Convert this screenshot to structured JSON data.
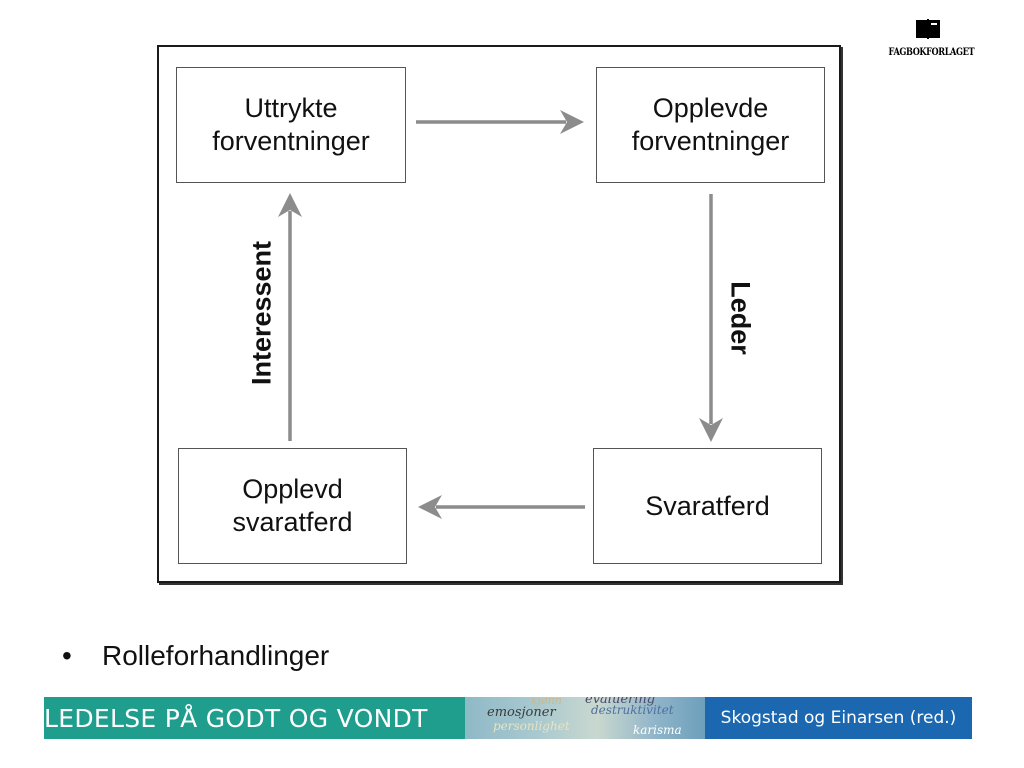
{
  "diagram": {
    "nodes": [
      {
        "id": "uttrykte",
        "lines": [
          "Uttrykte",
          "forventninger"
        ]
      },
      {
        "id": "opplevde",
        "lines": [
          "Opplevde",
          "forventninger"
        ]
      },
      {
        "id": "svaratferd",
        "lines": [
          "Svaratferd"
        ]
      },
      {
        "id": "opplevd-svaratferd",
        "lines": [
          "Opplevd",
          "svaratferd"
        ]
      }
    ],
    "edges": [
      {
        "from": "uttrykte",
        "to": "opplevde",
        "label": ""
      },
      {
        "from": "opplevde",
        "to": "svaratferd",
        "label": "Leder"
      },
      {
        "from": "svaratferd",
        "to": "opplevd-svaratferd",
        "label": ""
      },
      {
        "from": "opplevd-svaratferd",
        "to": "uttrykte",
        "label": "Interessent"
      }
    ],
    "arrow_color": "#8c8c8c"
  },
  "logo": {
    "text": "FAGBOKFORLAGET",
    "icon": "book-icon"
  },
  "bullets": [
    "Rolleforhandlinger"
  ],
  "footer": {
    "title": "LEDELSE PÅ GODT OG VONDT",
    "image_words": [
      "kjønn",
      "evaluering",
      "emosjoner",
      "destruktivitet",
      "personlighet",
      "karisma"
    ],
    "authors": "Skogstad og Einarsen (red.)",
    "colors": {
      "left": "#1f9e8e",
      "right": "#1b67b0"
    }
  }
}
